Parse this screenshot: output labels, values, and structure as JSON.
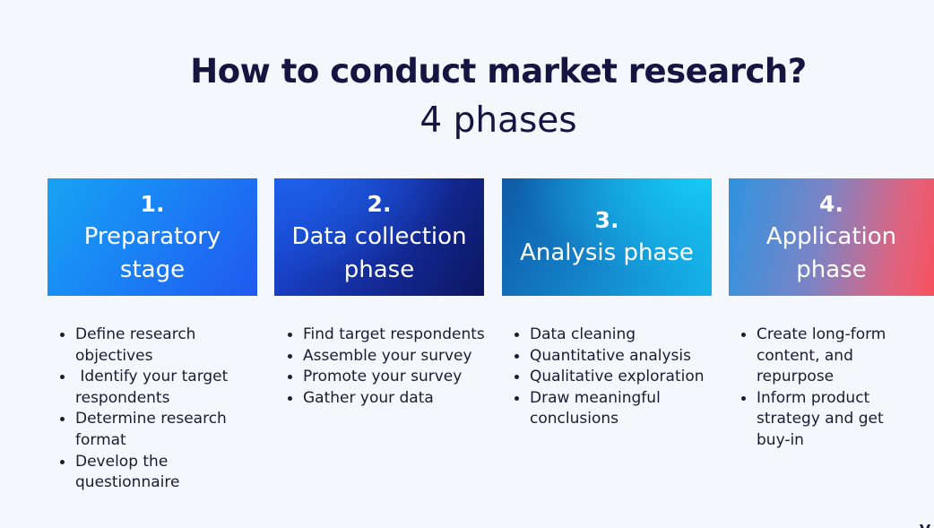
{
  "header": {
    "title": "How to conduct market research?",
    "subtitle": "4 phases"
  },
  "phases": [
    {
      "number": "1.",
      "label": "Preparatory stage",
      "items": [
        "Define research objectives",
        " Identify your target respondents",
        "Determine research format",
        "Develop the questionnaire"
      ]
    },
    {
      "number": "2.",
      "label": "Data collection phase",
      "items": [
        "Find target respondents",
        "Assemble your survey",
        "Promote your survey",
        "Gather your data"
      ]
    },
    {
      "number": "3.",
      "label": "Analysis phase",
      "items": [
        "Data cleaning",
        "Quantitative analysis",
        "Qualitative exploration",
        "Draw meaningful conclusions"
      ]
    },
    {
      "number": "4.",
      "label": "Application phase",
      "items": [
        "Create long-form content, and repurpose",
        "Inform product strategy and get buy-in"
      ]
    }
  ],
  "colors": {
    "background": "#f4f8fc",
    "title": "#141540",
    "phase1": "#1a83f5",
    "phase2": "#142c9c",
    "phase3": "#137fc6",
    "phase4": "#f6515e"
  }
}
